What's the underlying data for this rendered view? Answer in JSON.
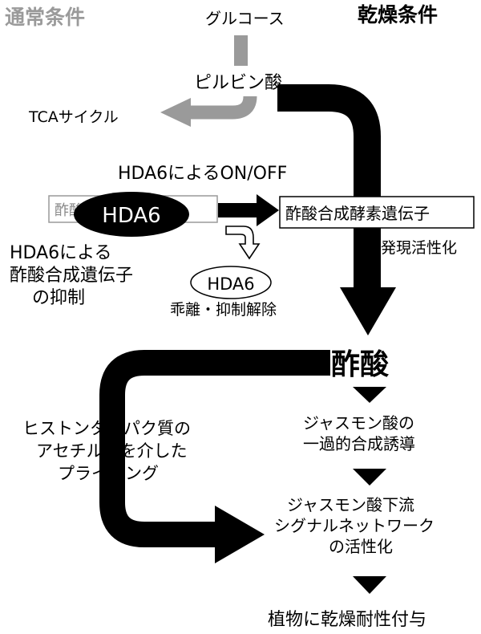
{
  "conditions": {
    "normal": "通常条件",
    "drought": "乾燥条件"
  },
  "metabolites": {
    "glucose": "グルコース",
    "pyruvate": "ピルビン酸",
    "tca": "TCAサイクル",
    "acetate": "酢酸"
  },
  "regulation": {
    "switch_label": "HDA6によるON/OFF",
    "gene_box_bg": "酢酸合成遺伝子",
    "hda6": "HDA6",
    "enzyme_gene_box": "酢酸合成酵素遺伝子",
    "expression": "発現活性化",
    "suppression_lines": [
      "HDA6による",
      "酢酸合成遺伝子",
      "の抑制"
    ],
    "release": "乖離・抑制解除"
  },
  "pathway": {
    "ja_induction": [
      "ジャスモン酸の",
      "一過的合成誘導"
    ],
    "ja_network": [
      "ジャスモン酸下流",
      "シグナルネットワーク",
      "の活性化"
    ],
    "result": "植物に乾燥耐性付与",
    "priming": [
      "ヒストンタンパク質の",
      "アセチル化を介した",
      "プライミング"
    ]
  },
  "colors": {
    "main": "#000000",
    "inactive": "#9a9a9a",
    "background": "#ffffff"
  }
}
